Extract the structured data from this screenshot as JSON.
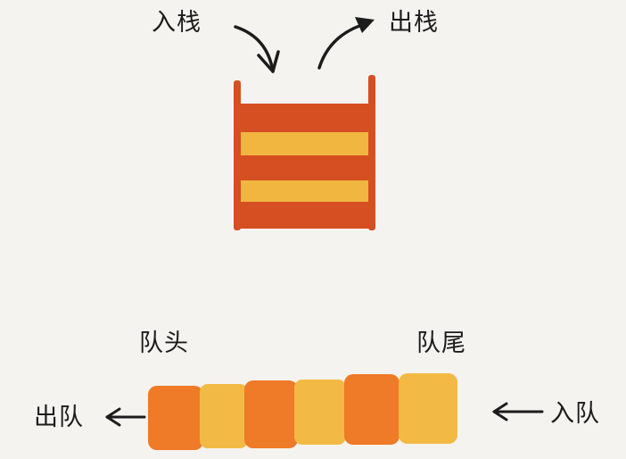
{
  "stack": {
    "push_label": "入栈",
    "pop_label": "出栈",
    "layers": [
      "#d64f22",
      "#f0b640",
      "#d64f22",
      "#f0b640",
      "#d64f22"
    ],
    "wall_color": "#d64f22"
  },
  "queue": {
    "head_label": "队头",
    "tail_label": "队尾",
    "dequeue_label": "出队",
    "enqueue_label": "入队",
    "cells": [
      "#ef7a27",
      "#f2ba45",
      "#ef7a27",
      "#f2ba45",
      "#ef7a27",
      "#f2ba45"
    ]
  },
  "colors": {
    "background": "#f5f3ef",
    "ink": "#1c1c1c"
  }
}
